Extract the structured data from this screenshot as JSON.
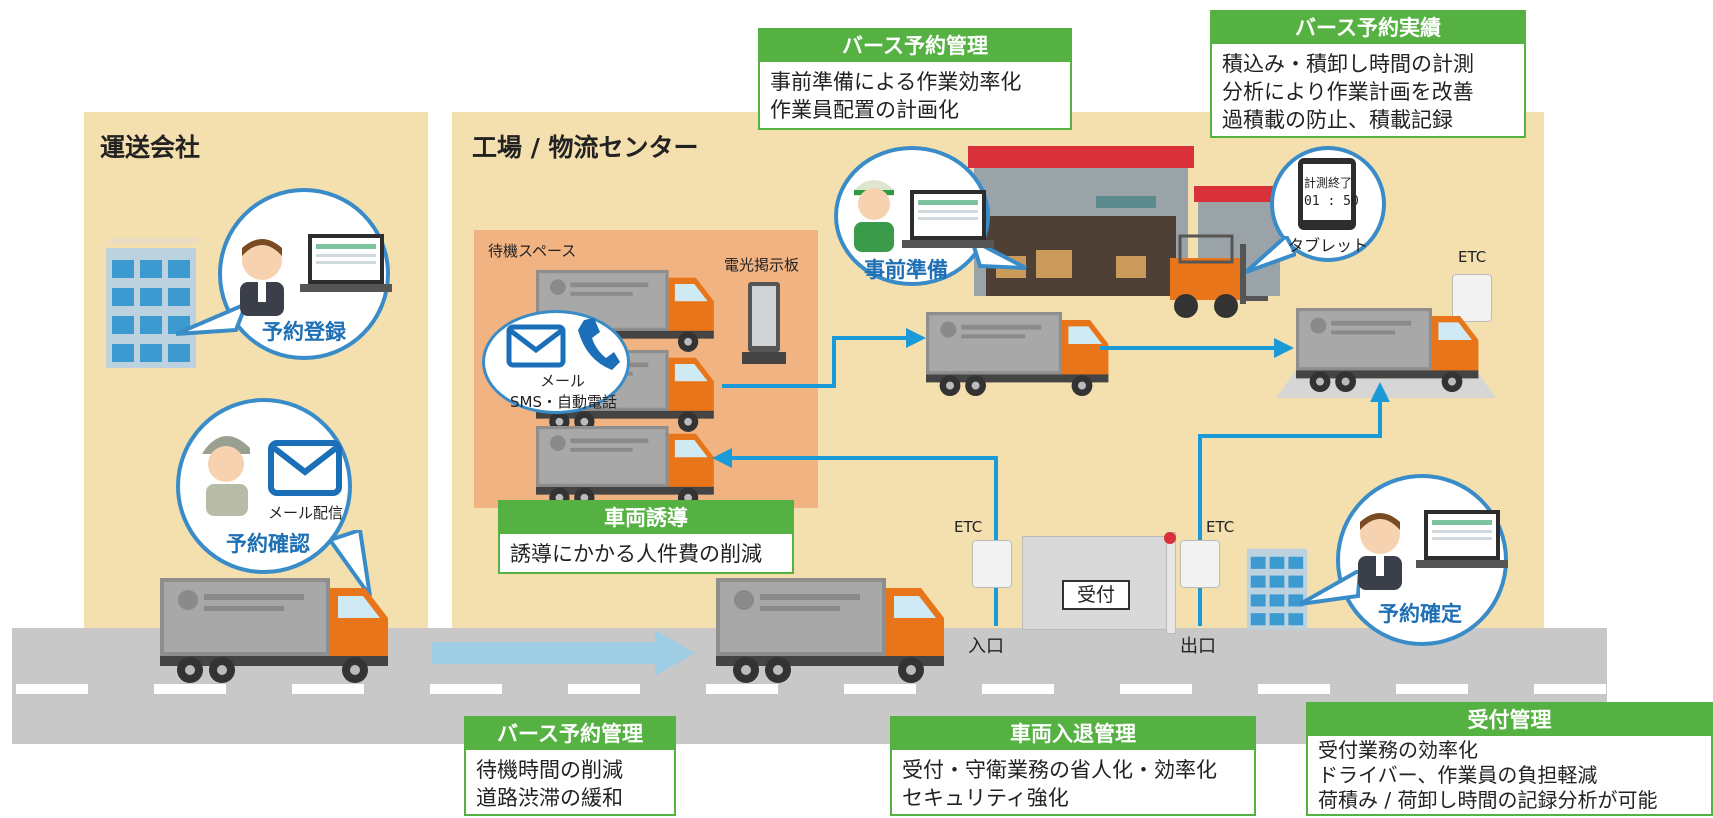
{
  "zones": {
    "transport": "運送会社",
    "factory": "工場 / 物流センター"
  },
  "waiting_area": {
    "title": "待機スペース",
    "sign": "電光掲示板",
    "mail": "メール",
    "sms": "SMS・自動電話"
  },
  "bubbles": {
    "reserve_register": "予約登録",
    "reserve_confirm": "予約確認",
    "mail_delivery": "メール配信",
    "pre_prep": "事前準備",
    "tablet": "タブレット",
    "tablet_screen_line1": "計測終了",
    "tablet_screen_line2": "01 : 50",
    "reserve_fixed": "予約確定"
  },
  "labels": {
    "etc_right": "ETC",
    "etc_gate_left": "ETC",
    "etc_gate_right": "ETC",
    "entrance": "入口",
    "exit": "出口",
    "reception": "受付"
  },
  "boxes": {
    "berth_mgmt_top": {
      "title": "バース予約管理",
      "lines": [
        "事前準備による作業効率化",
        "作業員配置の計画化"
      ]
    },
    "berth_results": {
      "title": "バース予約実績",
      "lines": [
        "積込み・積卸し時間の計測",
        "分析により作業計画を改善",
        "過積載の防止、積載記録"
      ]
    },
    "vehicle_guide": {
      "title": "車両誘導",
      "lines": [
        "誘導にかかる人件費の削減"
      ]
    },
    "berth_mgmt_bottom": {
      "title": "バース予約管理",
      "lines": [
        "待機時間の削減",
        "道路渋滞の緩和"
      ]
    },
    "vehicle_inout": {
      "title": "車両入退管理",
      "lines": [
        "受付・守衛業務の省人化・効率化",
        "セキュリティ強化"
      ]
    },
    "reception_mgmt": {
      "title": "受付管理",
      "lines": [
        "受付業務の効率化",
        "ドライバー、作業員の負担軽減",
        "荷積み / 荷卸し時間の記録分析が可能"
      ]
    }
  },
  "colors": {
    "zone": "#f3e0ae",
    "accent_green": "#55b142",
    "flow_blue": "#1a9ad6",
    "bubble_blue": "#3a8cc8",
    "truck_orange": "#e8751a"
  }
}
